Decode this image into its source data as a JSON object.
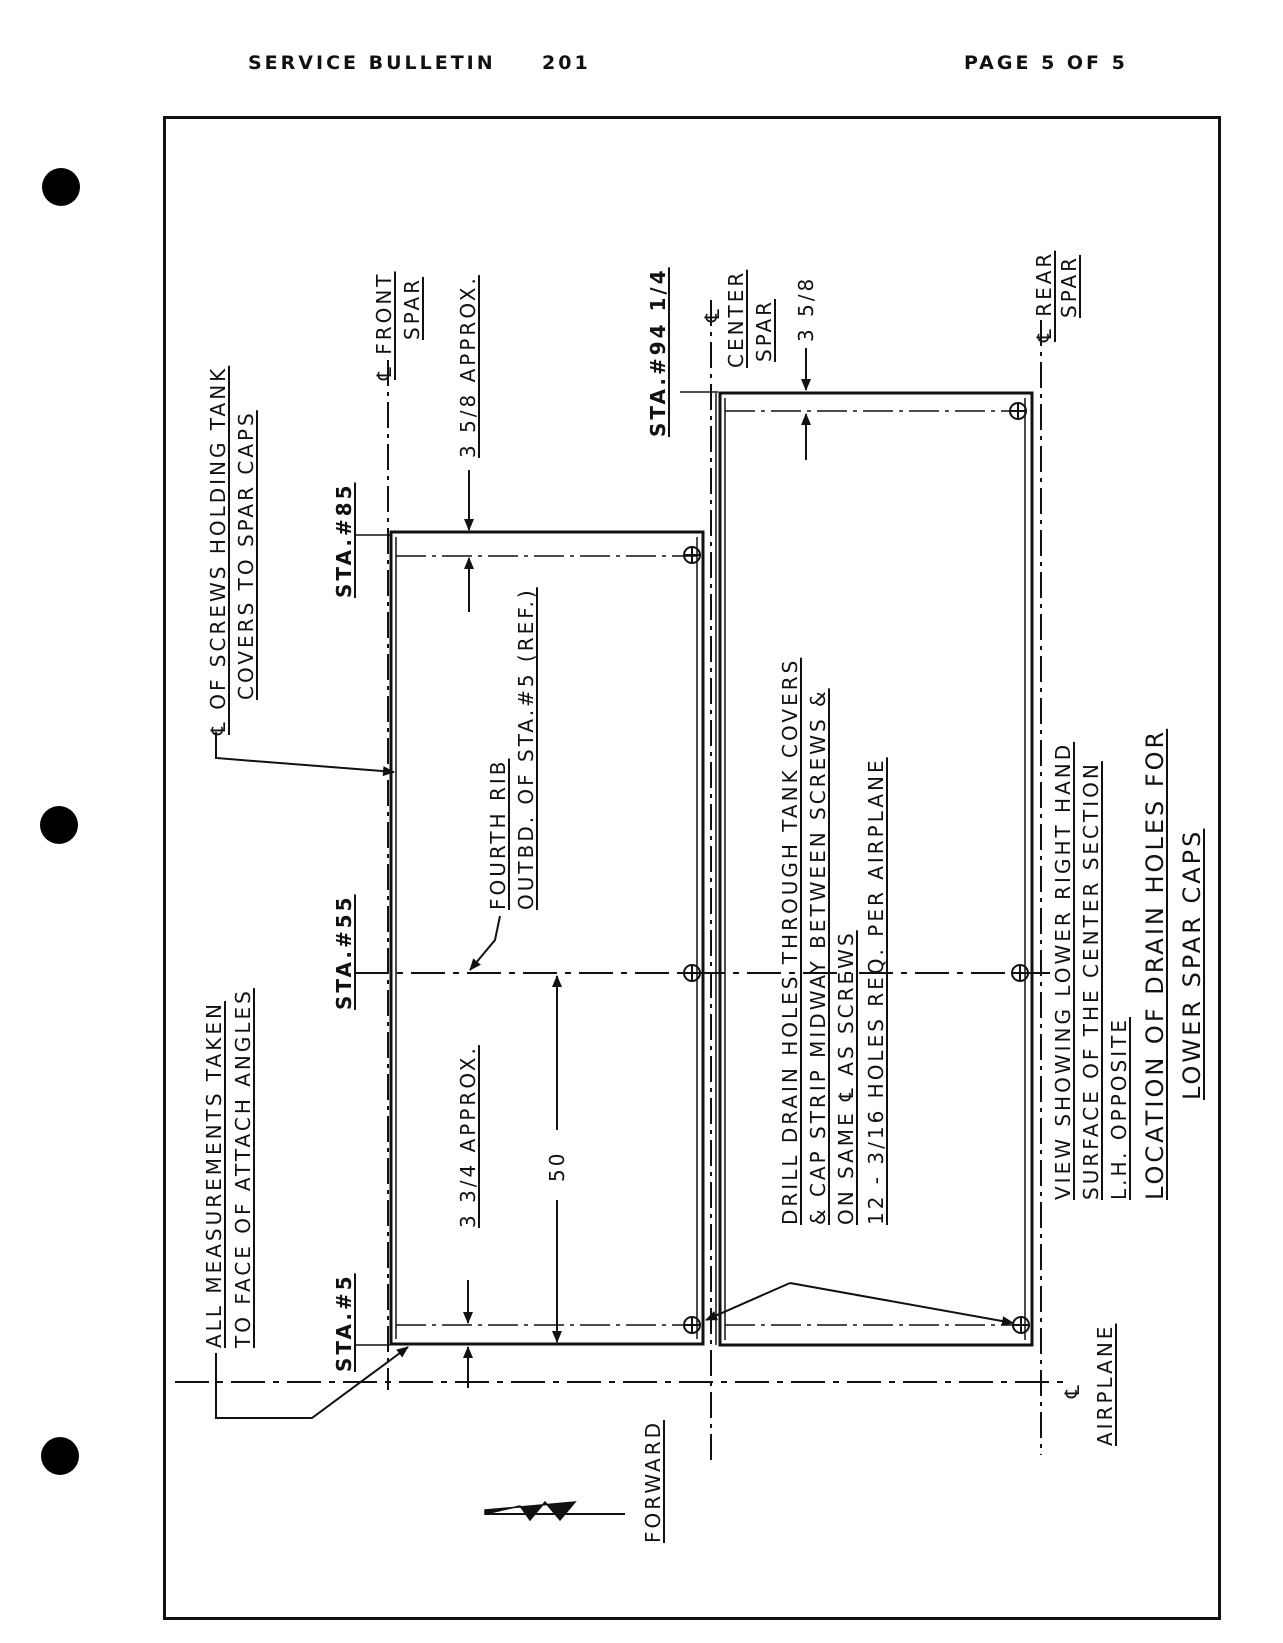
{
  "header": {
    "bulletin_title": "SERVICE BULLETIN",
    "bulletin_number": "201",
    "page": "PAGE 5 OF 5"
  },
  "notes": {
    "screws_line1": "℄ OF SCREWS HOLDING TANK",
    "screws_line2": "COVERS TO SPAR CAPS",
    "measurements_line1": "ALL MEASUREMENTS TAKEN",
    "measurements_line2": "TO FACE OF ATTACH ANGLES",
    "rib_line1": "FOURTH RIB",
    "rib_line2": "OUTBD. OF STA.#5 (REF.)",
    "drill_line1": "DRILL DRAIN HOLES THROUGH TANK COVERS",
    "drill_line2": "& CAP STRIP MIDWAY BETWEEN SCREWS &",
    "drill_line3": "ON SAME ℄ AS SCREWS",
    "drill_line4": "12 - 3/16 HOLES REQ. PER AIRPLANE",
    "view_line1": "VIEW SHOWING LOWER RIGHT HAND",
    "view_line2": "SURFACE OF THE CENTER SECTION",
    "view_line3": "L.H. OPPOSITE",
    "forward": "FORWARD"
  },
  "drawing_title": {
    "line1": "LOCATION OF DRAIN HOLES FOR",
    "line2": "LOWER SPAR CAPS"
  },
  "spars": {
    "front_1": "℄ FRONT",
    "front_2": "SPAR",
    "center_cl": "℄",
    "center_1": "CENTER",
    "center_2": "SPAR",
    "rear_1": "℄ REAR",
    "rear_2": "SPAR",
    "airplane_cl": "℄",
    "airplane": "AIRPLANE"
  },
  "stations": {
    "sta5": "STA.#5",
    "sta55": "STA.#55",
    "sta85": "STA.#85",
    "sta94": "STA.#94 1/4"
  },
  "dimensions": {
    "dim_3_5_8_approx": "3 5/8 APPROX.",
    "dim_3_3_4_approx": "3 3/4 APPROX.",
    "dim_50": "50",
    "dim_3_5_8": "3 5/8"
  }
}
